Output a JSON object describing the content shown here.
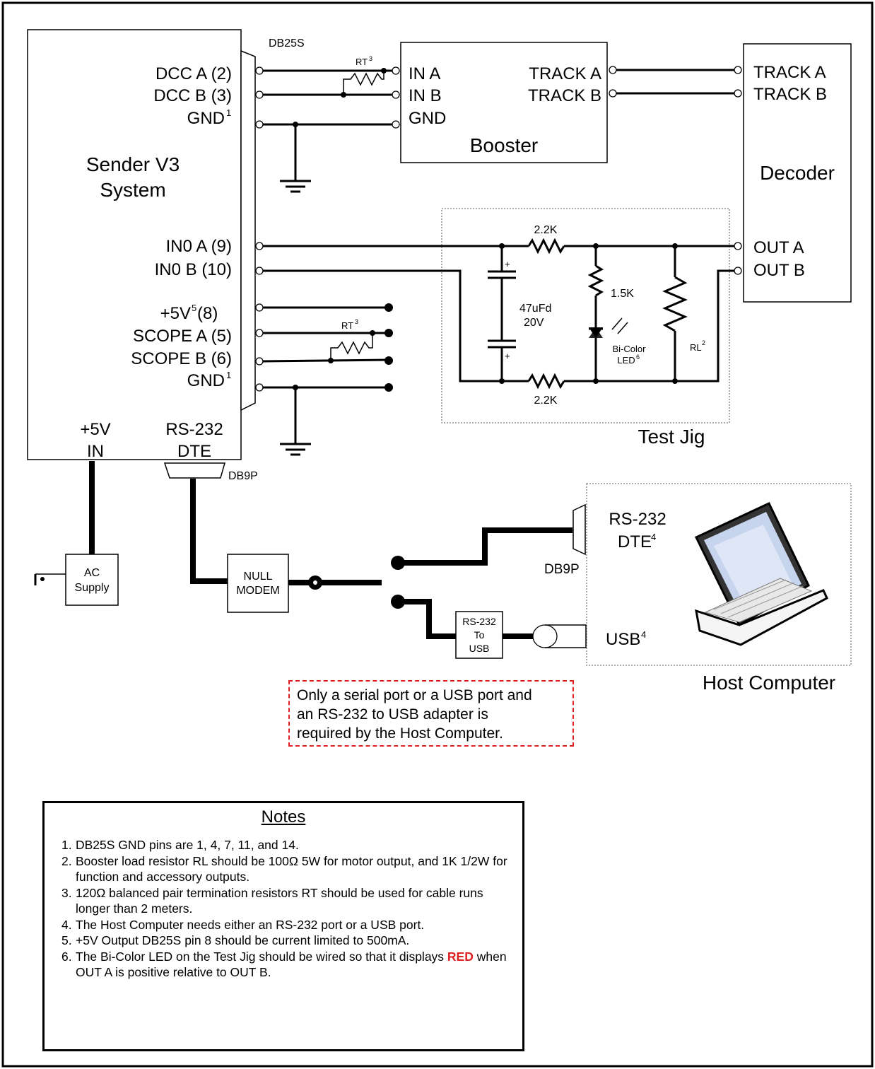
{
  "sender": {
    "title_line1": "Sender V3",
    "title_line2": "System",
    "connector_db25": "DB25S",
    "connector_db9": "DB9P",
    "pins": [
      {
        "label": "DCC A (2)"
      },
      {
        "label": "DCC B (3)"
      },
      {
        "label": "GND",
        "sup": "1"
      },
      {
        "label": "IN0 A (9)"
      },
      {
        "label": "IN0 B (10)"
      },
      {
        "label": "+5V",
        "sup": "5",
        "tail": " (8)"
      },
      {
        "label": "SCOPE A (5)"
      },
      {
        "label": "SCOPE B (6)"
      },
      {
        "label": "GND",
        "sup": "1"
      }
    ],
    "power_in_line1": "+5V",
    "power_in_line2": "IN",
    "rs232_line1": "RS-232",
    "rs232_line2": "DTE"
  },
  "booster": {
    "title": "Booster",
    "in_a": "IN  A",
    "in_b": "IN  B",
    "gnd": "GND",
    "track_a": "TRACK A",
    "track_b": "TRACK B"
  },
  "decoder": {
    "title": "Decoder",
    "track_a": "TRACK A",
    "track_b": "TRACK B",
    "out_a": "OUT A",
    "out_b": "OUT B"
  },
  "resistor_rt": {
    "label": "RT",
    "sup": "3"
  },
  "test_jig": {
    "title": "Test Jig",
    "r_top": "2.2K",
    "r_bottom": "2.2K",
    "r_led": "1.5K",
    "cap_line1": "47uFd",
    "cap_line2": "20V",
    "plus": "+",
    "led_line1": "Bi-Color",
    "led_line2": "LED",
    "led_sup": "6",
    "rl": "RL",
    "rl_sup": "2"
  },
  "ac_supply": {
    "line1": "AC",
    "line2": "Supply"
  },
  "null_modem": {
    "line1": "NULL",
    "line2": "MODEM"
  },
  "adapter": {
    "line1": "RS-232",
    "line2": "To",
    "line3": "USB"
  },
  "host": {
    "title": "Host Computer",
    "rs232_line1": "RS-232",
    "rs232_line2": "DTE",
    "rs232_sup": "4",
    "db9": "DB9P",
    "usb": "USB",
    "usb_sup": "4"
  },
  "callout": {
    "line1": "Only a serial port or a USB port and",
    "line2": "an RS-232 to USB adapter is",
    "line3": "required by the Host Computer."
  },
  "notes": {
    "title": "Notes",
    "items": [
      {
        "num": "1.",
        "text": "DB25S GND pins are 1, 4, 7, 11, and 14."
      },
      {
        "num": "2.",
        "text": "Booster load resistor RL should be 100Ω 5W for motor output, and 1K 1/2W for function and accessory outputs."
      },
      {
        "num": "3.",
        "text": "120Ω balanced pair termination resistors RT should be used for cable runs longer than 2 meters."
      },
      {
        "num": "4.",
        "text": "The Host Computer needs either an RS-232 port or a USB port."
      },
      {
        "num": "5.",
        "text": "+5V Output DB25S pin 8 should be current limited to 500mA."
      },
      {
        "num": "6.",
        "text_before": "The Bi-Color LED on the Test Jig should be wired so that it displays ",
        "highlight": "RED",
        "text_after": " when OUT A is positive relative to OUT B."
      }
    ]
  },
  "colors": {
    "highlight": "#e02020",
    "callout_border": "#e02020"
  }
}
